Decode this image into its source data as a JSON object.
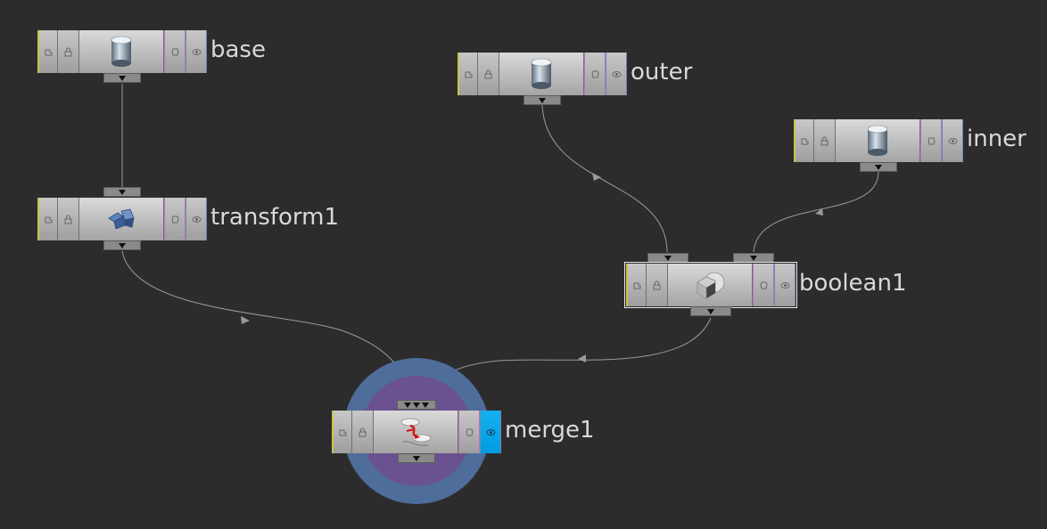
{
  "network": {
    "nodes": [
      {
        "id": "base",
        "label": "base",
        "type": "cylinder",
        "display_on": false,
        "selected": false
      },
      {
        "id": "outer",
        "label": "outer",
        "type": "cylinder",
        "display_on": false,
        "selected": false
      },
      {
        "id": "inner",
        "label": "inner",
        "type": "cylinder",
        "display_on": false,
        "selected": false
      },
      {
        "id": "transform1",
        "label": "transform1",
        "type": "transform",
        "display_on": false,
        "selected": false
      },
      {
        "id": "boolean1",
        "label": "boolean1",
        "type": "boolean",
        "display_on": false,
        "selected": true
      },
      {
        "id": "merge1",
        "label": "merge1",
        "type": "merge",
        "display_on": true,
        "selected": false
      }
    ],
    "connections": [
      {
        "from": "base",
        "to": "transform1"
      },
      {
        "from": "outer",
        "to": "boolean1"
      },
      {
        "from": "inner",
        "to": "boolean1"
      },
      {
        "from": "transform1",
        "to": "merge1"
      },
      {
        "from": "boolean1",
        "to": "merge1"
      }
    ]
  },
  "icons": {
    "bypass": "bypass-flag-icon",
    "lock": "lock-flag-icon",
    "template": "template-flag-icon",
    "display": "display-flag-icon",
    "cylinder": "cylinder-icon",
    "transform": "transform-icon",
    "boolean": "boolean-icon",
    "merge": "merge-icon"
  },
  "colors": {
    "background": "#2c2c2c",
    "wire": "#9a9a9a",
    "display_flag_active": "#00a8ec",
    "bypass_border": "#c8c640",
    "template_border": "#c06fc2",
    "display_border": "#6d88b0",
    "halo_outer": "#4f6d9a",
    "halo_inner": "#6a5290",
    "label_text": "#d9d9d9"
  }
}
